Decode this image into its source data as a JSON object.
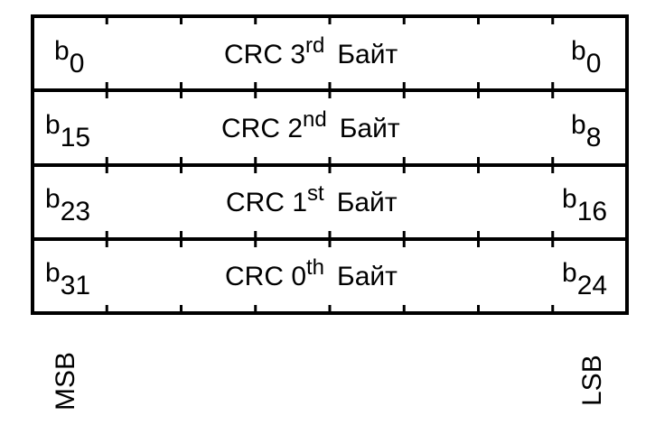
{
  "rows": [
    {
      "left_bit": {
        "base": "b",
        "index": "0"
      },
      "crc": "CRC 3",
      "ordinal": "rd",
      "byte": "Байт",
      "right_bit": {
        "base": "b",
        "index": "0"
      }
    },
    {
      "left_bit": {
        "base": "b",
        "index": "15"
      },
      "crc": "CRC 2",
      "ordinal": "nd",
      "byte": "Байт",
      "right_bit": {
        "base": "b",
        "index": "8"
      }
    },
    {
      "left_bit": {
        "base": "b",
        "index": "23"
      },
      "crc": "CRC 1",
      "ordinal": "st",
      "byte": "Байт",
      "right_bit": {
        "base": "b",
        "index": "16"
      }
    },
    {
      "left_bit": {
        "base": "b",
        "index": "31"
      },
      "crc": "CRC 0",
      "ordinal": "th",
      "byte": "Байт",
      "right_bit": {
        "base": "b",
        "index": "24"
      }
    }
  ],
  "msb_label": "MSB",
  "lsb_label": "LSB"
}
